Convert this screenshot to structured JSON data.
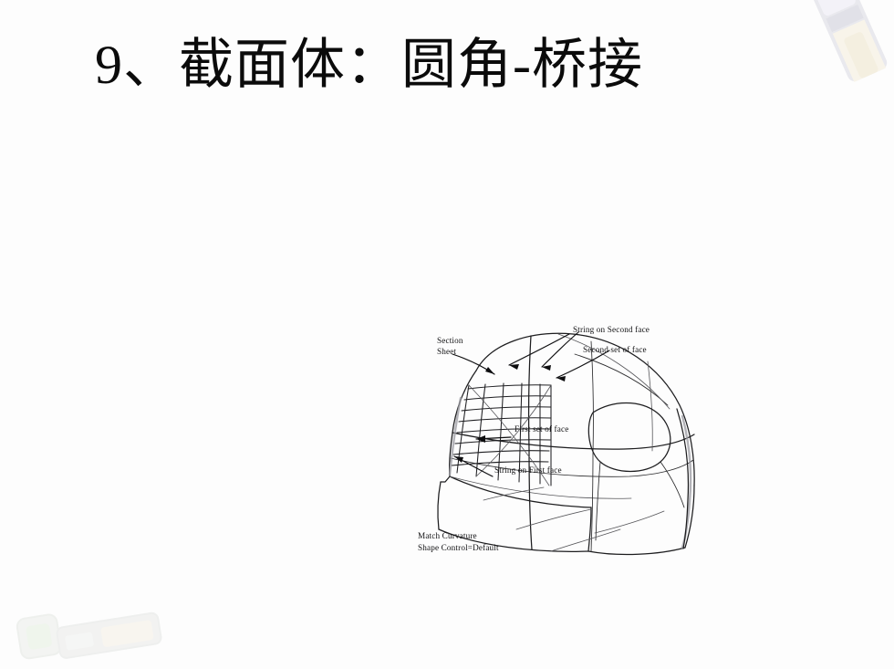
{
  "slide": {
    "title": "9、截面体：圆角-桥接",
    "background_color": "#fdfdfd",
    "title_color": "#0b0b0b"
  },
  "decorations": [
    {
      "name": "pencil-decoration-top-right",
      "colors": [
        "#d9d8ea",
        "#efe6cd",
        "#c9c9d4"
      ]
    },
    {
      "name": "clip-decoration-bottom-left",
      "colors": [
        "#d7dcd6",
        "#cfe0c8",
        "#e4dfd2"
      ]
    }
  ],
  "figure": {
    "name": "section-body-fillet-bridge-sketch",
    "labels": {
      "section_sheet_line1": "Section",
      "section_sheet_line2": "Sheet",
      "string_on_second_face": "String on Second face",
      "second_set_of_face": "Second set of face",
      "first_set_of_face": "First set of face",
      "string_on_first_face": "String on First face",
      "match_curvature": "Match Curvature",
      "shape_control_default": "Shape Control=Default"
    },
    "stroke_color": "#1d1d1f",
    "shade_color": "#9a9aa0"
  }
}
